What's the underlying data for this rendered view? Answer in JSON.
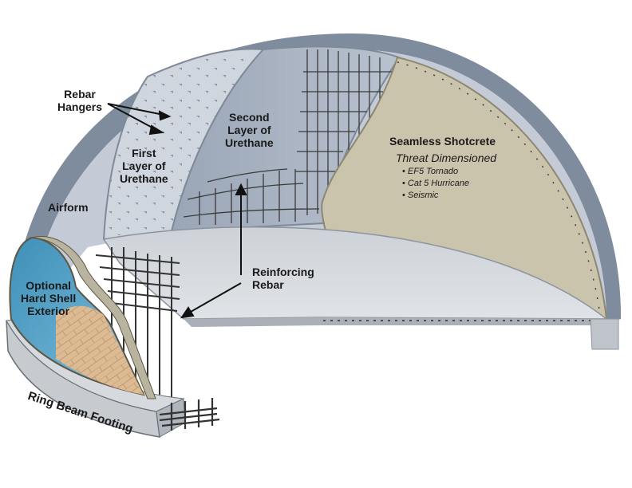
{
  "labels": {
    "rebar_hangers": [
      "Rebar",
      "Hangers"
    ],
    "first_layer": [
      "First",
      "Layer of",
      "Urethane"
    ],
    "second_layer": [
      "Second",
      "Layer of",
      "Urethane"
    ],
    "airform": "Airform",
    "shotcrete_title": "Seamless Shotcrete",
    "shotcrete_subtitle": "Threat Dimensioned",
    "threats": [
      "EF5 Tornado",
      "Cat 5 Hurricane",
      "Seismic"
    ],
    "reinforcing_rebar": [
      "Reinforcing",
      "Rebar"
    ],
    "hard_shell": [
      "Optional",
      "Hard Shell",
      "Exterior"
    ],
    "ring_beam": "Ring Beam Footing"
  },
  "colors": {
    "airform": "#c4cbd6",
    "dome_edge": "#8e9aab",
    "urethane_first": "#c9cfd8",
    "urethane_second": "#a9b3c2",
    "shotcrete": "#cbc4ad",
    "floor": "#d6dadf",
    "footing": "#c7cbd0",
    "hard_shell": "#4f9cc0",
    "brick": "#d9b791",
    "rebar": "#3a3a3a"
  }
}
